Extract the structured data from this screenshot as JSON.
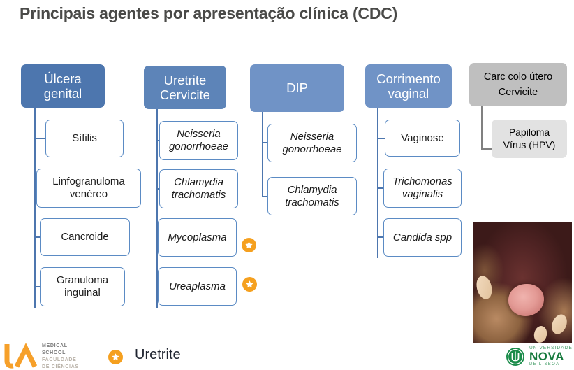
{
  "slide": {
    "title": "Principais agentes por apresentação clínica (CDC)"
  },
  "colors": {
    "header_blue_dark": "#4d76ae",
    "header_blue_mid": "#5d84b8",
    "header_blue_light": "#7093c6",
    "header_gray": "#bfbfbf",
    "item_border_blue": "#5b8bc4",
    "item_gray": "#e2e2e2",
    "star_orange": "#f5a01f",
    "title_gray": "#4a4a48",
    "nova_green": "#167a3d"
  },
  "columns": [
    {
      "id": "ulcera-genital",
      "header": "Úlcera genital",
      "header_lines": [
        "Úlcera",
        "genital"
      ],
      "header_style": "blue-dark",
      "items": [
        {
          "label": "Sífilis",
          "lines": [
            "Sífilis"
          ],
          "italic": false,
          "star": false
        },
        {
          "label": "Linfogranuloma venéreo",
          "lines": [
            "Linfogranuloma",
            "venéreo"
          ],
          "italic": false,
          "star": false
        },
        {
          "label": "Cancroide",
          "lines": [
            "Cancroide"
          ],
          "italic": false,
          "star": false
        },
        {
          "label": "Granuloma inguinal",
          "lines": [
            "Granuloma",
            "inguinal"
          ],
          "italic": false,
          "star": false
        }
      ]
    },
    {
      "id": "uretrite-cervicite",
      "header": "Uretrite Cervicite",
      "header_lines": [
        "Uretrite",
        "Cervicite"
      ],
      "header_style": "blue-mid",
      "items": [
        {
          "label": "Neisseria gonorrhoeae",
          "lines": [
            "Neisseria",
            "gonorrhoeae"
          ],
          "italic": true,
          "star": false
        },
        {
          "label": "Chlamydia trachomatis",
          "lines": [
            "Chlamydia",
            "trachomatis"
          ],
          "italic": true,
          "star": false
        },
        {
          "label": "Mycoplasma",
          "lines": [
            "Mycoplasma"
          ],
          "italic": true,
          "star": true
        },
        {
          "label": "Ureaplasma",
          "lines": [
            "Ureaplasma"
          ],
          "italic": true,
          "star": true
        }
      ]
    },
    {
      "id": "dip",
      "header": "DIP",
      "header_lines": [
        "DIP"
      ],
      "header_style": "blue-light",
      "items": [
        {
          "label": "Neisseria gonorrhoeae",
          "lines": [
            "Neisseria",
            "gonorrhoeae"
          ],
          "italic": true,
          "star": false
        },
        {
          "label": "Chlamydia trachomatis",
          "lines": [
            "Chlamydia",
            "trachomatis"
          ],
          "italic": true,
          "star": false
        }
      ]
    },
    {
      "id": "corrimento-vaginal",
      "header": "Corrimento vaginal",
      "header_lines": [
        "Corrimento",
        "vaginal"
      ],
      "header_style": "blue-light",
      "items": [
        {
          "label": "Vaginose",
          "lines": [
            "Vaginose"
          ],
          "italic": false,
          "star": false
        },
        {
          "label": "Trichomonas vaginalis",
          "lines": [
            "Trichomonas",
            "vaginalis"
          ],
          "italic": true,
          "star": false
        },
        {
          "label": "Candida spp",
          "lines": [
            "Candida spp"
          ],
          "italic": true,
          "star": false
        }
      ]
    },
    {
      "id": "carc-colo-utero",
      "header": "Carc colo útero Cervicite",
      "header_lines": [
        "Carc colo útero",
        "Cervicite"
      ],
      "header_style": "gray",
      "items": [
        {
          "label": "Papiloma Vírus (HPV)",
          "lines": [
            "Papiloma",
            "Vírus (HPV)"
          ],
          "italic": false,
          "star": false
        }
      ]
    }
  ],
  "photo": {
    "caption": "clinical-photograph-genital-ulcer"
  },
  "legend": {
    "icon": "star-icon",
    "label": "Uretrite"
  },
  "logos": {
    "nms": {
      "line1": "MEDICAL",
      "line2": "SCHOOL",
      "line3": "FACULDADE",
      "line4": "DE CIÊNCIAS"
    },
    "nova": {
      "line1": "UNIVERSIDADE",
      "line2": "NOVA",
      "line3": "DE LISBOA"
    }
  }
}
